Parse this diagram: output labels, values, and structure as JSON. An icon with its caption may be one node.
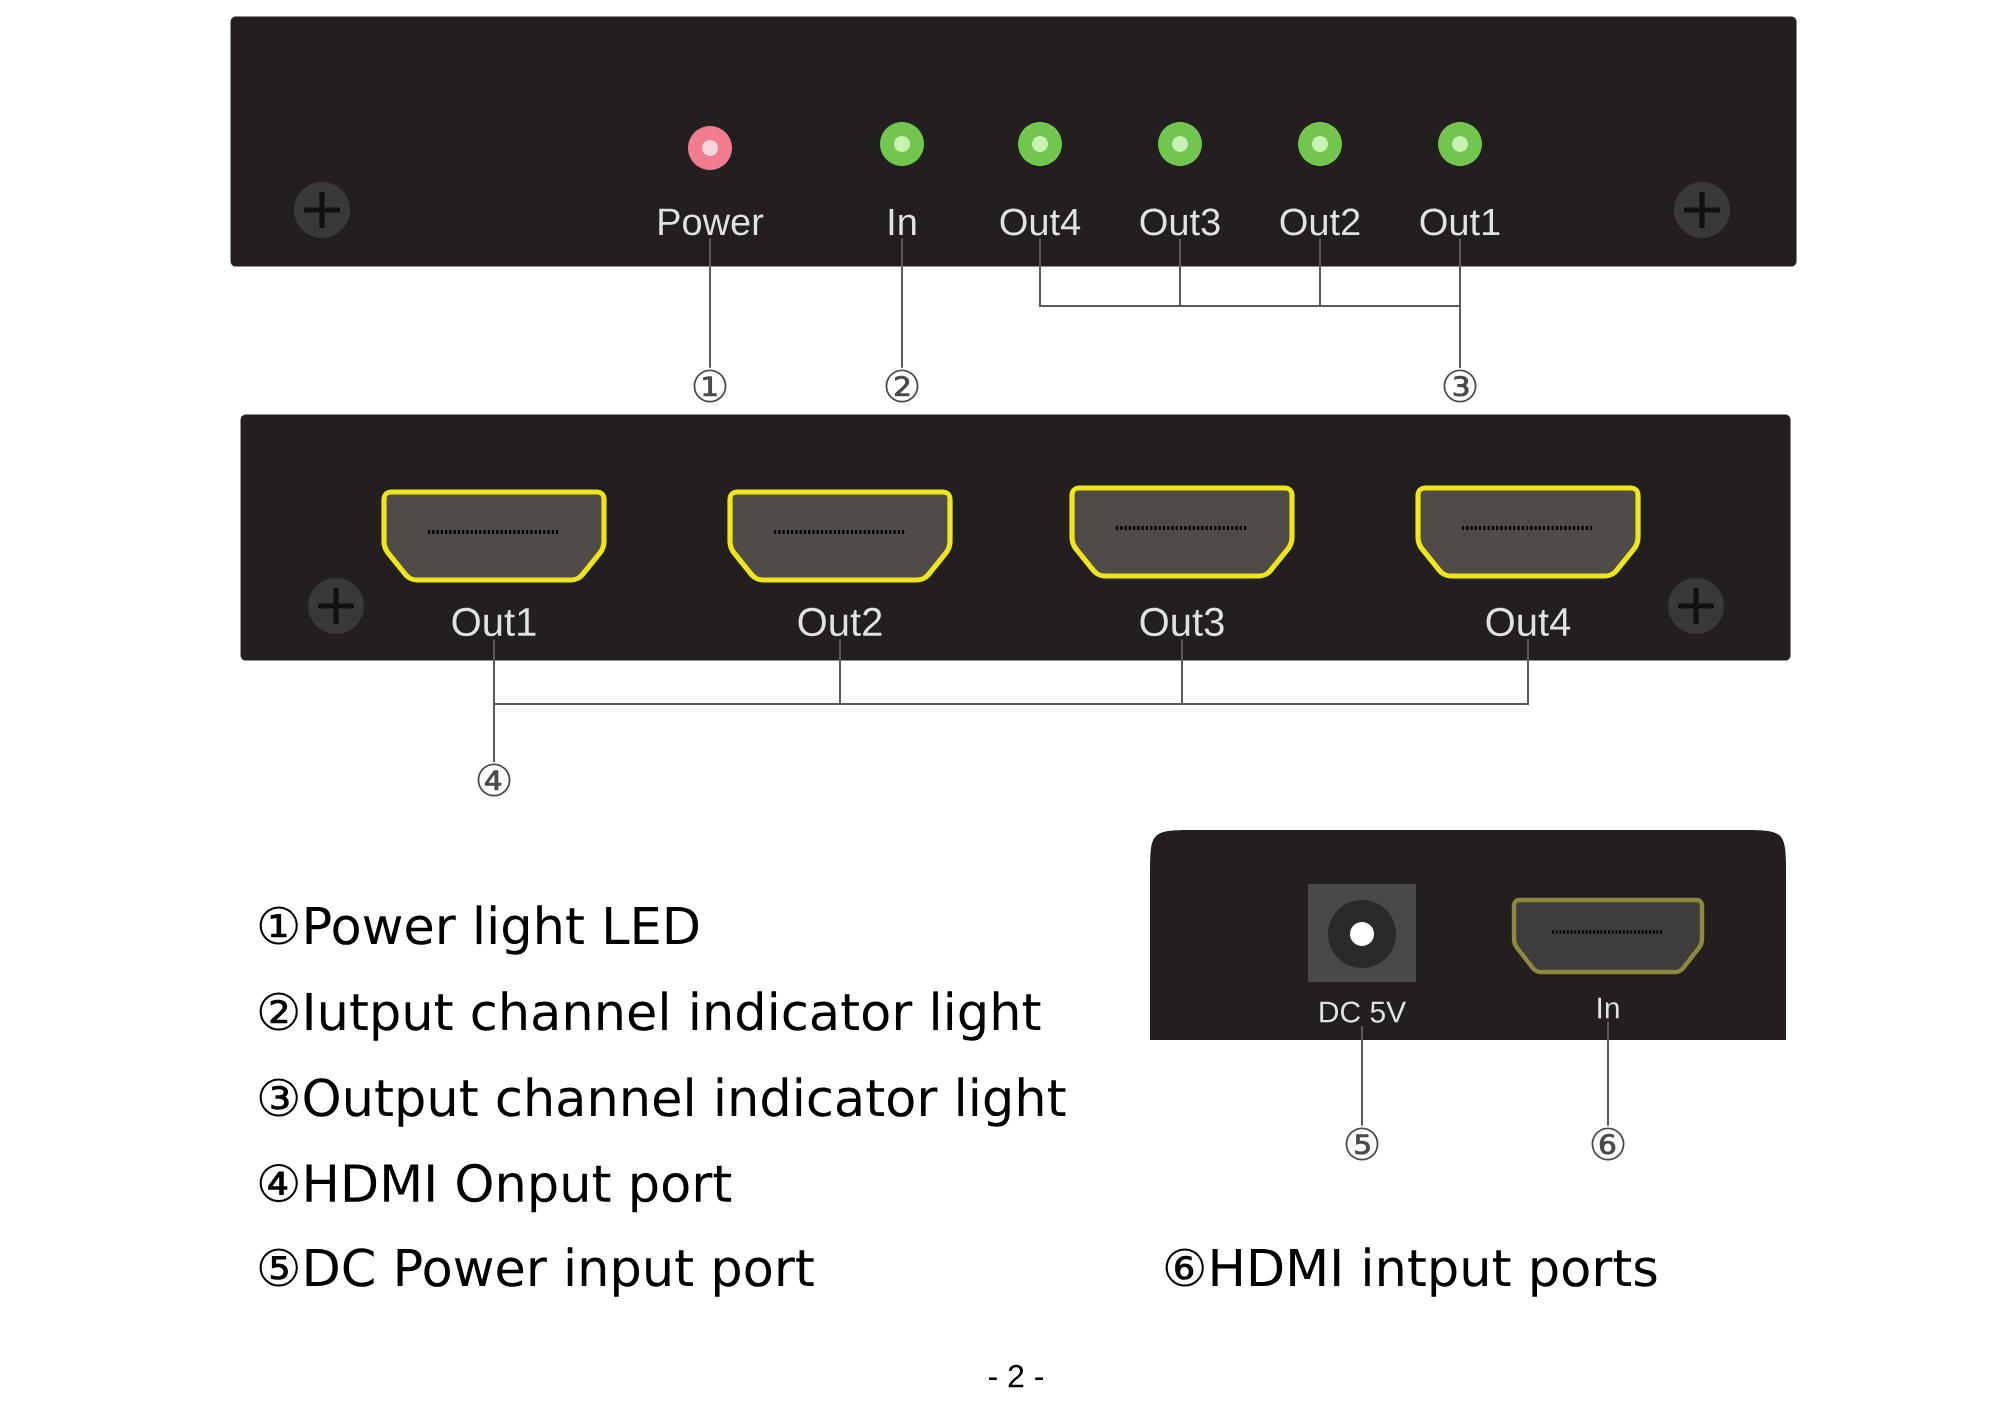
{
  "diagram": {
    "nodes": [
      {
        "text": [],
        "shape": "box"
      },
      {
        "text": [
          "Power"
        ],
        "in": 0
      },
      {
        "text": [
          "In"
        ],
        "in": 0
      },
      {
        "text": [
          "Out4"
        ],
        "in": 0
      },
      {
        "text": [
          "Out3"
        ],
        "in": 0
      },
      {
        "text": [
          "Out2"
        ],
        "in": 0
      },
      {
        "text": [
          "Out1"
        ],
        "in": 0
      },
      {
        "text": [
          "①"
        ]
      },
      {
        "text": [
          "②"
        ]
      },
      {
        "text": [
          "③"
        ]
      },
      {
        "text": [],
        "shape": "box"
      },
      {
        "text": [
          "Out1"
        ],
        "in": 10
      },
      {
        "text": [
          "Out2"
        ],
        "in": 10
      },
      {
        "text": [
          "Out3"
        ],
        "in": 10
      },
      {
        "text": [
          "Out4"
        ],
        "in": 10
      },
      {
        "text": [
          "④"
        ]
      },
      {
        "text": [],
        "shape": "box"
      },
      {
        "text": [
          "DC 5V"
        ],
        "in": 16
      },
      {
        "text": [
          "In"
        ],
        "in": 16
      },
      {
        "text": [
          "⑤"
        ]
      },
      {
        "text": [
          "⑥"
        ]
      }
    ],
    "edges": [
      {
        "from": 7,
        "to": 1,
        "arrow": "none"
      },
      {
        "from": 8,
        "to": 2,
        "arrow": "none"
      },
      {
        "from": 9,
        "to": 3,
        "arrow": "none"
      },
      {
        "from": 9,
        "to": 4,
        "arrow": "none"
      },
      {
        "from": 9,
        "to": 5,
        "arrow": "none"
      },
      {
        "from": 9,
        "to": 6,
        "arrow": "none"
      },
      {
        "from": 15,
        "to": 11,
        "arrow": "none"
      },
      {
        "from": 15,
        "to": 12,
        "arrow": "none"
      },
      {
        "from": 15,
        "to": 13,
        "arrow": "none"
      },
      {
        "from": 15,
        "to": 14,
        "arrow": "none"
      },
      {
        "from": 19,
        "to": 17,
        "arrow": "none"
      },
      {
        "from": 20,
        "to": 18,
        "arrow": "none"
      }
    ],
    "labels": [
      "①Power light LED",
      "②Iutput channel indicator light",
      "③Output channel indicator light",
      "④HDMI Onput port",
      "⑤DC Power input port",
      "⑥HDMI intput ports",
      "- 2 -"
    ]
  }
}
